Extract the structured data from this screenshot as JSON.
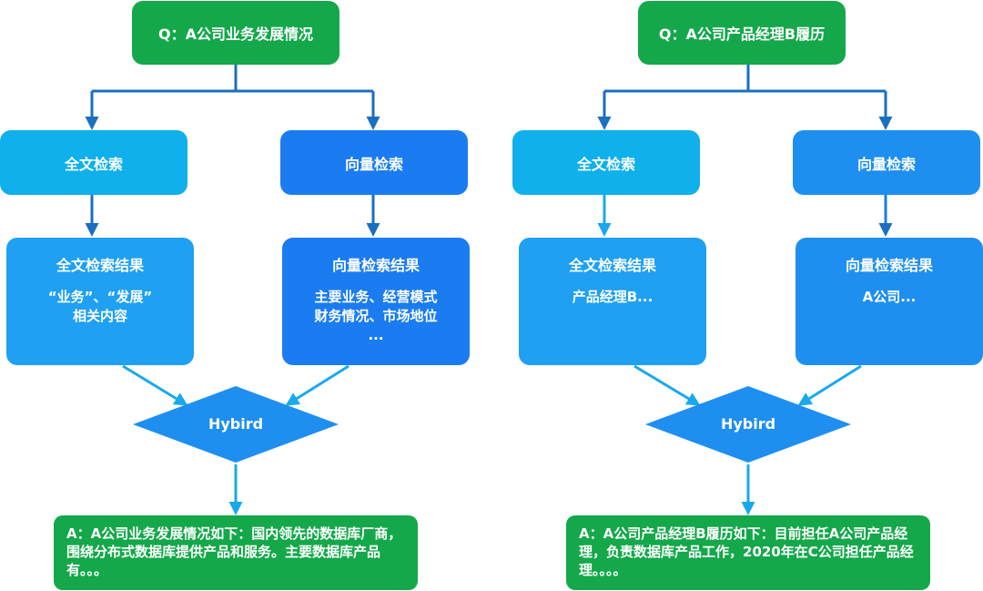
{
  "left": {
    "question": "Q：A公司业务发展情况",
    "fulltext": "全文检索",
    "vector": "向量检索",
    "fulltext_result": {
      "title": "全文检索结果",
      "line1": "“业务”、“发展”",
      "line2": "相关内容"
    },
    "vector_result": {
      "title": "向量检索结果",
      "line1": "主要业务、经营模式",
      "line2": "财务情况、市场地位",
      "line3": "..."
    },
    "hybrid": "Hybird",
    "answer": "A：A公司业务发展情况如下：国内领先的数据库厂商，围绕分布式数据库提供产品和服务。主要数据库产品有。。。"
  },
  "right": {
    "question": "Q：A公司产品经理B履历",
    "fulltext": "全文检索",
    "vector": "向量检索",
    "fulltext_result": {
      "title": "全文检索结果",
      "line1": "产品经理B..."
    },
    "vector_result": {
      "title": "向量检索结果",
      "line1": "A公司..."
    },
    "hybrid": "Hybird",
    "answer": "A：A公司产品经理B履历如下：目前担任A公司产品经理，负责数据库产品工作，2020年在C公司担任产品经理。。。。"
  },
  "colors": {
    "green": "#14a84a",
    "fulltext": "#0fb0ec",
    "vector": "#1a7cf0",
    "connector": "#1a6fc0",
    "diamond": "#1e8ff0"
  }
}
